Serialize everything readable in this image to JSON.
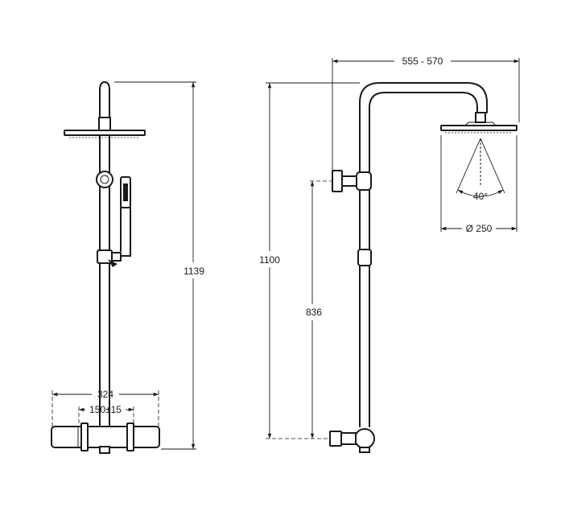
{
  "dimensions": {
    "total_height": "1139",
    "body_width": "324",
    "inlet_spacing": "150±15",
    "arm_reach": "555 - 570",
    "column_height": "1100",
    "wall_bracket_height": "836",
    "spray_angle": "40°",
    "head_diameter": "Ø 250"
  }
}
